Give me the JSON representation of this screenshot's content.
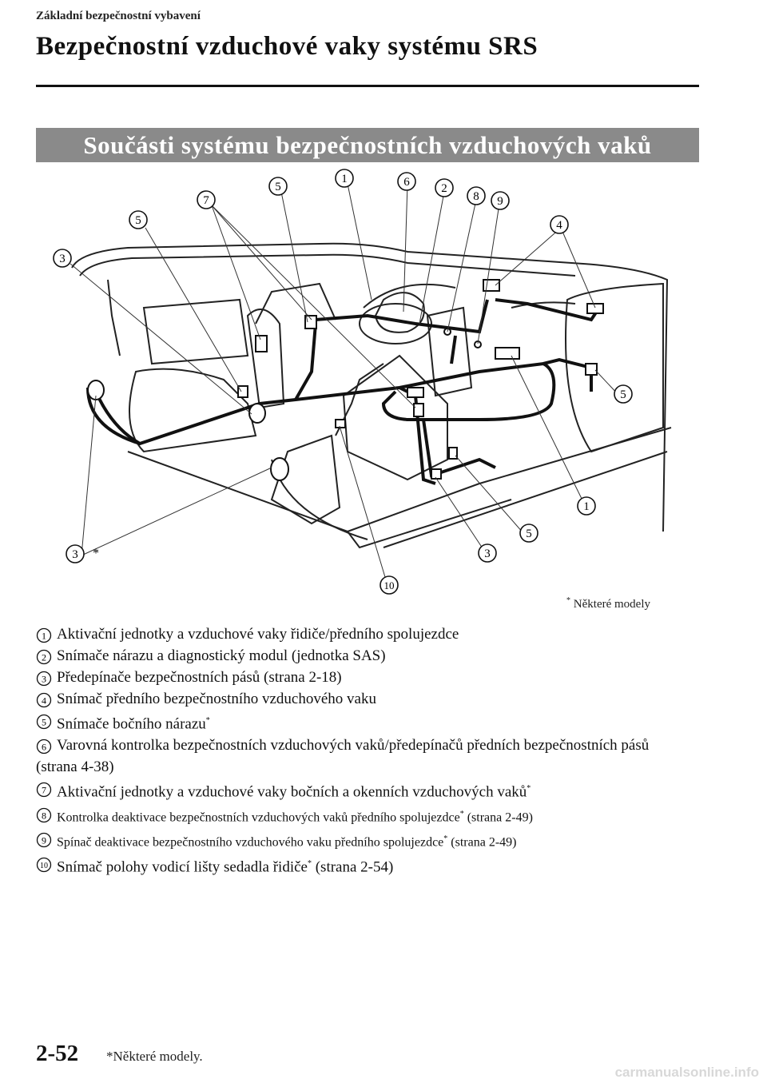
{
  "header": {
    "section": "Základní bezpečnostní vybavení",
    "title": "Bezpečnostní vzduchové vaky systému SRS"
  },
  "banner": "Součásti systému bezpečnostních vzduchových vaků",
  "diagram": {
    "callouts": [
      "1",
      "2",
      "3",
      "4",
      "5",
      "6",
      "7",
      "8",
      "9",
      "10"
    ],
    "asterisk": "*",
    "footnote": "Některé modely"
  },
  "legend": [
    {
      "n": "1",
      "text": "Aktivační jednotky a vzduchové vaky řidiče/předního spolujezdce"
    },
    {
      "n": "2",
      "text": "Snímače nárazu a diagnostický modul (jednotka SAS)"
    },
    {
      "n": "3",
      "text": "Předepínače bezpečnostních pásů (strana 2-18)"
    },
    {
      "n": "4",
      "text": "Snímač předního bezpečnostního vzduchového vaku"
    },
    {
      "n": "5",
      "text": "Snímače bočního nárazu",
      "star": "*"
    },
    {
      "n": "6",
      "text": "Varovná kontrolka bezpečnostních vzduchových vaků/předepínačů předních bezpečnostních pásů (strana 4-38)"
    },
    {
      "n": "7",
      "text": "Aktivační jednotky a vzduchové vaky bočních a okenních vzduchových vaků",
      "star": "*"
    },
    {
      "n": "8",
      "text": "Kontrolka deaktivace bezpečnostních vzduchových vaků předního spolujezdce",
      "star": "*",
      "after": " (strana 2-49)"
    },
    {
      "n": "9",
      "text": "Spínač deaktivace bezpečnostního vzduchového vaku předního spolujezdce",
      "star": "*",
      "after": " (strana 2-49)"
    },
    {
      "n": "10",
      "text": "Snímač polohy vodicí lišty sedadla řidiče",
      "star": "*",
      "after": " (strana 2-54)"
    }
  ],
  "footer": {
    "page": "2-52",
    "note": "*Některé modely."
  },
  "watermark": "carmanualsonline.info"
}
